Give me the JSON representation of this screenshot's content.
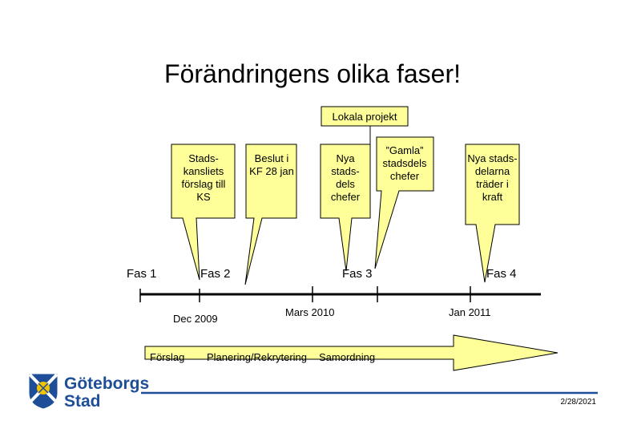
{
  "title": "Förändringens olika faser!",
  "callouts": {
    "lokala": "Lokala projekt",
    "stadskansliet": "Stads-kansliets förslag till KS",
    "beslut": "Beslut i KF 28 jan",
    "nya_chefer": "Nya stads-dels chefer",
    "gamla": "”Gamla” stadsdels chefer",
    "nya_delarna": "Nya stads-delarna träder i kraft"
  },
  "phases": {
    "fas1": "Fas 1",
    "fas2": "Fas 2",
    "fas3": "Fas 3",
    "fas4": "Fas 4"
  },
  "dates": {
    "dec2009": "Dec 2009",
    "mars2010": "Mars 2010",
    "jan2011": "Jan 2011"
  },
  "arrow": {
    "forslag": "Förslag",
    "planering": "Planering/Rekrytering",
    "samordning": "Samordning"
  },
  "footer": {
    "logo_line1": "Göteborgs",
    "logo_line2": "Stad",
    "date": "2/28/2021"
  },
  "colors": {
    "callout_fill": "#ffff99",
    "logo_blue": "#1f4e99",
    "logo_yellow": "#f2c500",
    "footer_line": "#1f4e99"
  }
}
